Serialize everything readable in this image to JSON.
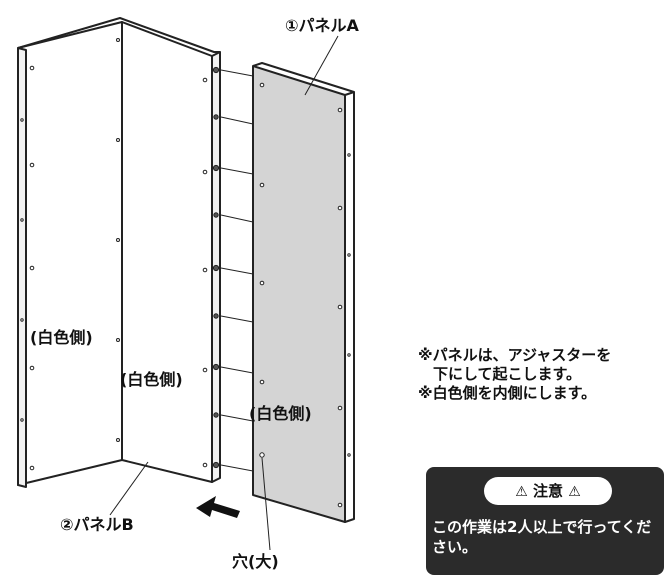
{
  "labels": {
    "panel_a": "①パネルA",
    "panel_b": "②パネルB",
    "white_side_left": "(白色側)",
    "white_side_middle": "(白色側)",
    "white_side_panel_a": "(白色側)",
    "hole_large": "穴(大)"
  },
  "notes": [
    "※パネルは、アジャスターを",
    "　下にして起こします。",
    "※白色側を内側にします。"
  ],
  "caution": {
    "title": "注意",
    "text": "この作業は2人以上で行ってください。"
  },
  "colors": {
    "panel_a_fill": "#d4d4d4",
    "line": "#222222",
    "caution_bg": "#2b2b2b"
  },
  "icons": [
    "warning-triangle-icon",
    "arrow-left-icon"
  ]
}
